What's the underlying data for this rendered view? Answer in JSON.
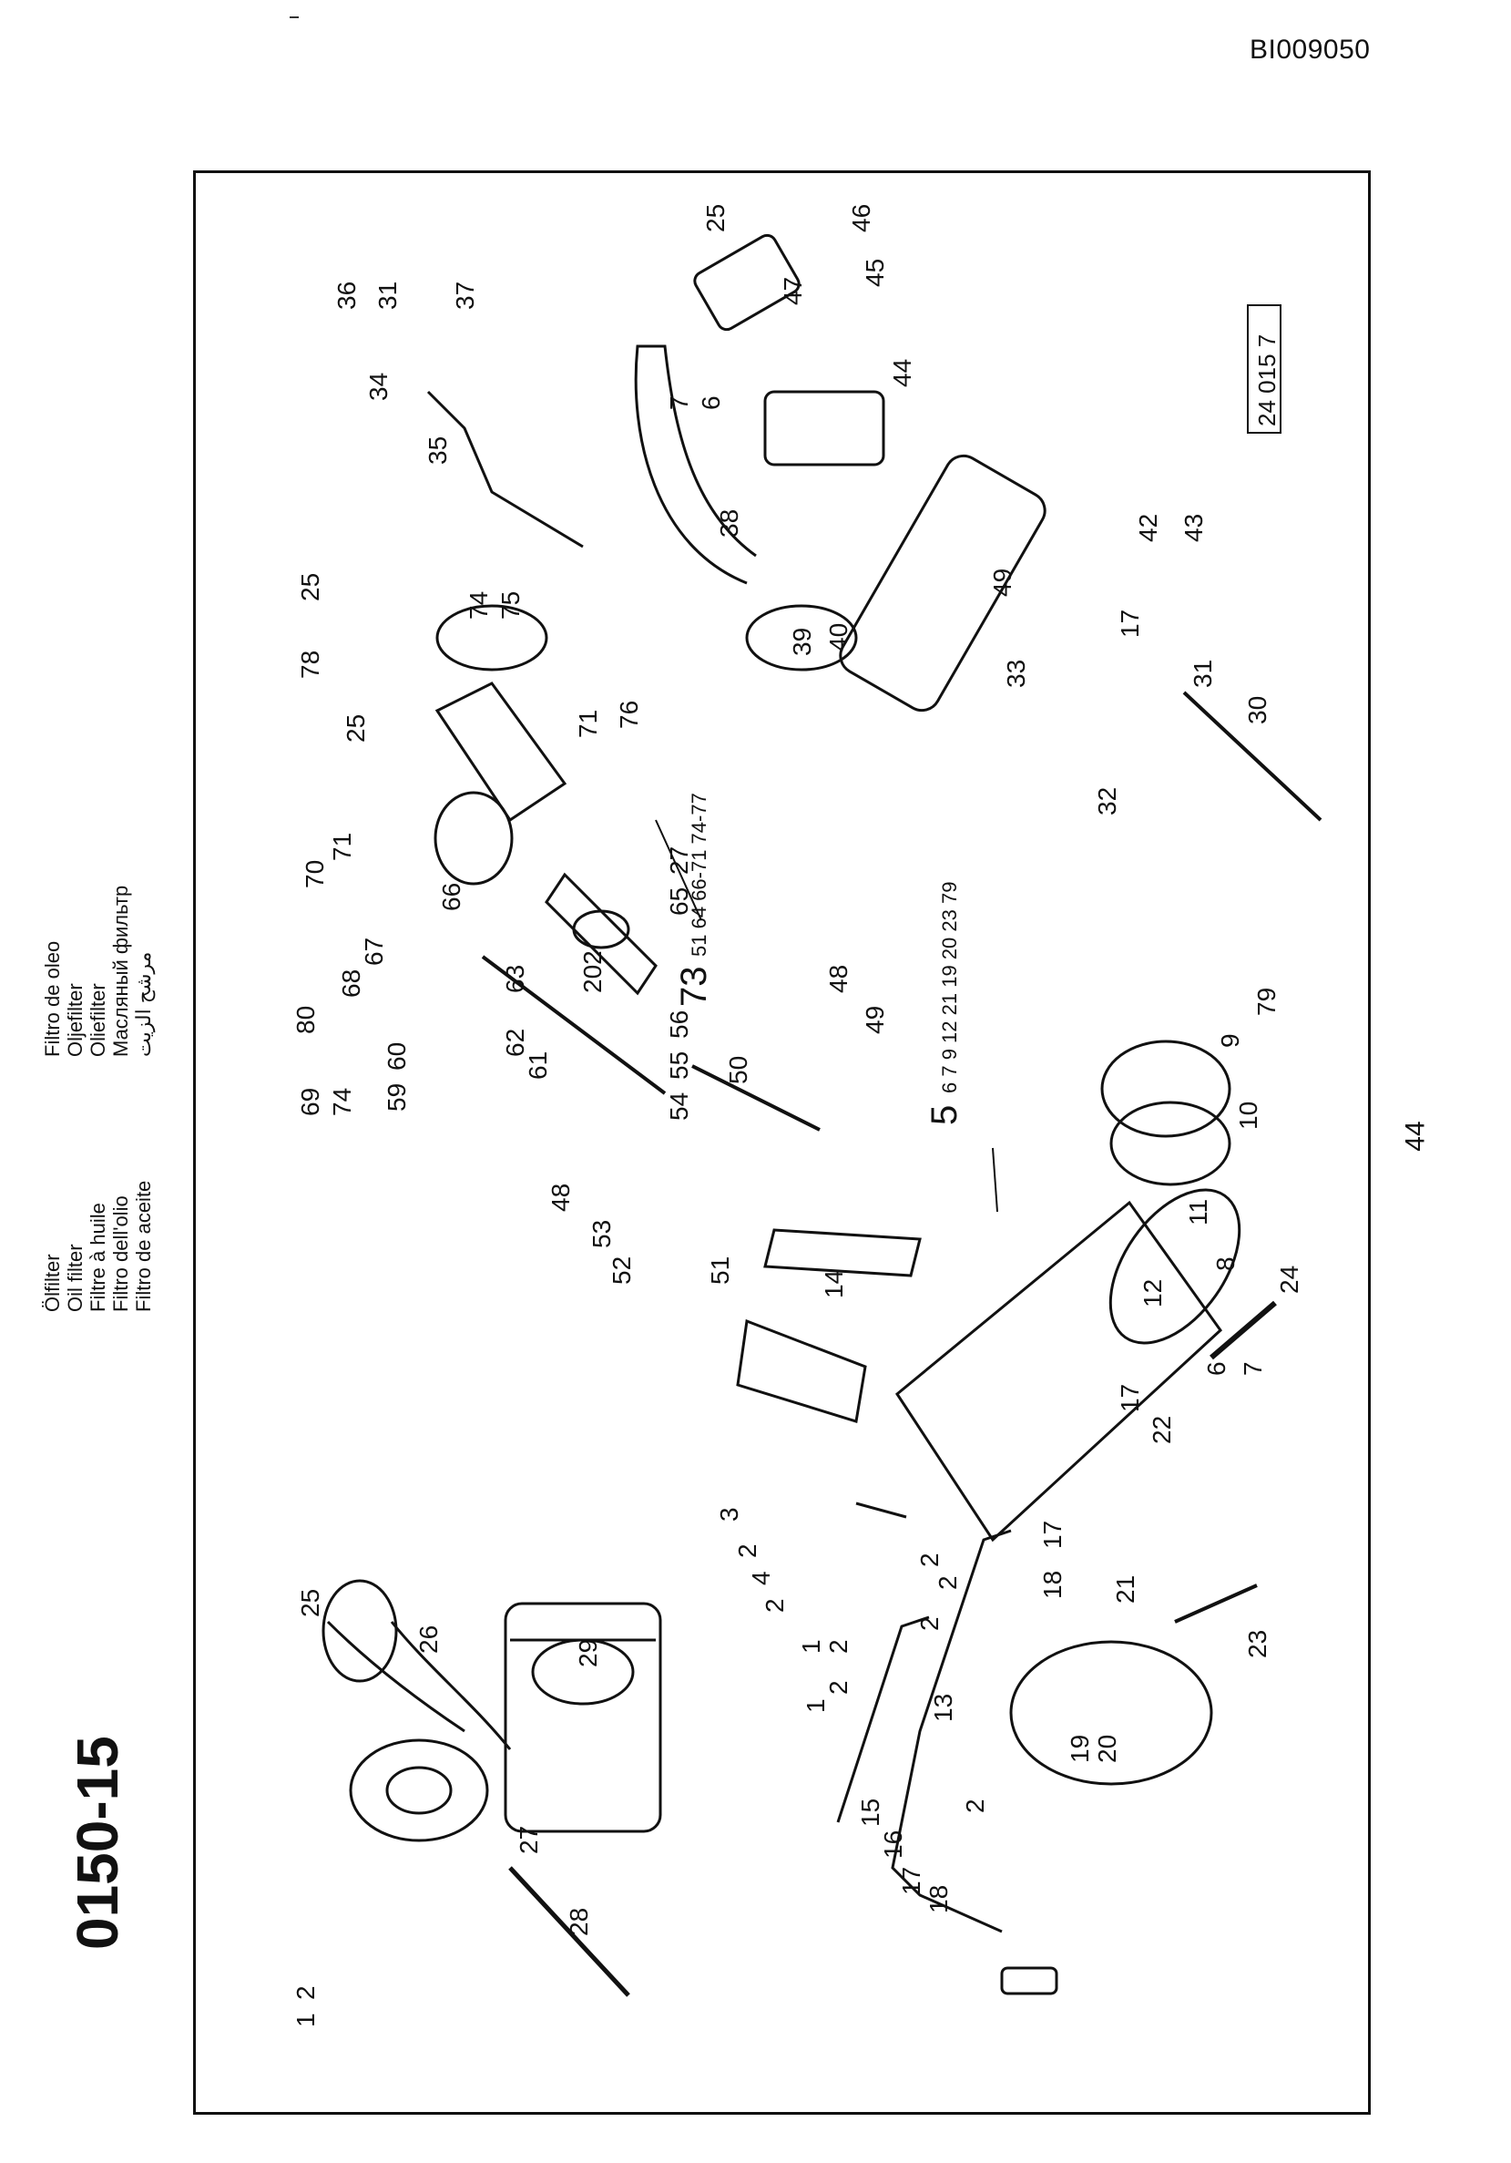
{
  "document": {
    "code": "BI009050",
    "section_code": "0150-15",
    "page_number": "44",
    "figure_ref": "24 015 7"
  },
  "titles_left": [
    "Ölfilter",
    "Oil filter",
    "Filtre à huile",
    "Filtro dell'olio",
    "Filtro de aceite"
  ],
  "titles_right": [
    "Filtro de oleo",
    "Oljefilter",
    "Oliefilter",
    "Масляный фильтр",
    "مرشح الزيت"
  ],
  "bracket_groups": [
    {
      "number": "73",
      "members": "51 64 66-71 74-77"
    },
    {
      "number": "5",
      "members": "6 7 9 12 21 19 20 23 79"
    }
  ],
  "callouts": {
    "c1": "1",
    "c2": "2",
    "c3": "3",
    "c4": "4",
    "c6": "6",
    "c7": "7",
    "c8": "8",
    "c9": "9",
    "c10": "10",
    "c11": "11",
    "c12": "12",
    "c13": "13",
    "c14": "14",
    "c15": "15",
    "c16": "16",
    "c17": "17",
    "c18": "18",
    "c19": "19",
    "c20": "20",
    "c21": "21",
    "c22": "22",
    "c23": "23",
    "c24": "24",
    "c25": "25",
    "c26": "26",
    "c27": "27",
    "c28": "28",
    "c29": "29",
    "c30": "30",
    "c31": "31",
    "c32": "32",
    "c33": "33",
    "c34": "34",
    "c35": "35",
    "c36": "36",
    "c37": "37",
    "c38": "38",
    "c39": "39",
    "c40": "40",
    "c42": "42",
    "c43": "43",
    "c44": "44",
    "c45": "45",
    "c46": "46",
    "c47": "47",
    "c48": "48",
    "c49": "49",
    "c50": "50",
    "c51": "51",
    "c52": "52",
    "c53": "53",
    "c54": "54",
    "c55": "55",
    "c56": "56",
    "c59": "59",
    "c60": "60",
    "c61": "61",
    "c62": "62",
    "c63": "63",
    "c65": "65",
    "c66": "66",
    "c67": "67",
    "c68": "68",
    "c69": "69",
    "c70": "70",
    "c71": "71",
    "c74": "74",
    "c75": "75",
    "c76": "76",
    "c78": "78",
    "c79": "79",
    "c80": "80",
    "c202": "202"
  },
  "icons": [
    "oil-filter-assembly-drawing",
    "filter-canister-drawing",
    "oil-pump-drawing",
    "oil-pipe-drawing"
  ],
  "colors": {
    "ink": "#111111",
    "paper": "#ffffff"
  }
}
